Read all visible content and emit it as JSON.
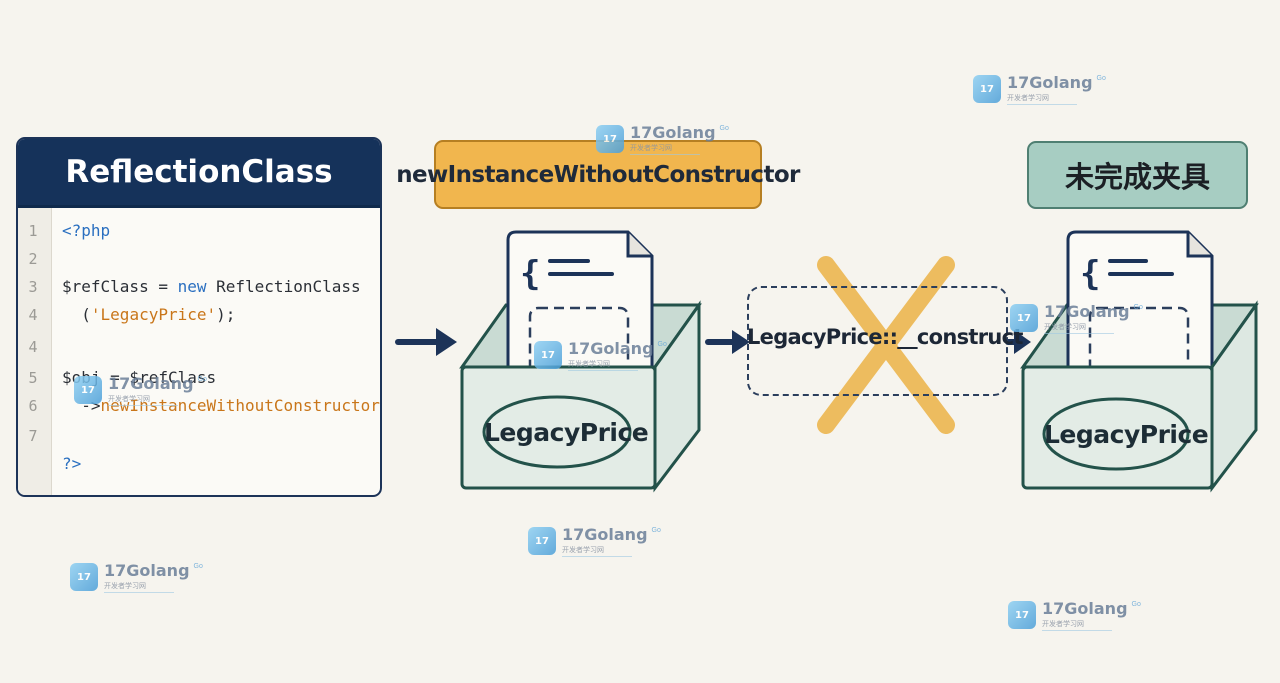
{
  "code_panel": {
    "title": "ReflectionClass",
    "lines": [
      {
        "num": "1",
        "parts": [
          {
            "t": "<?php",
            "c": "kw"
          }
        ]
      },
      {
        "num": "2",
        "parts": []
      },
      {
        "num": "3",
        "parts": [
          {
            "t": "$refClass = ",
            "c": ""
          },
          {
            "t": "new",
            "c": "kw"
          },
          {
            "t": " ReflectionClass",
            "c": ""
          }
        ]
      },
      {
        "num": "4",
        "parts": [
          {
            "t": "  (",
            "c": ""
          },
          {
            "t": "'LegacyPrice'",
            "c": "str"
          },
          {
            "t": ");",
            "c": ""
          }
        ]
      },
      {
        "num": "4",
        "parts": []
      },
      {
        "num": "5",
        "parts": [
          {
            "t": "$obj = $refClass",
            "c": ""
          }
        ]
      },
      {
        "num": "6",
        "parts": [
          {
            "t": "  ->",
            "c": ""
          },
          {
            "t": "newInstanceWithoutConstructor",
            "c": "meth"
          },
          {
            "t": "();",
            "c": ""
          }
        ]
      },
      {
        "num": "7",
        "parts": []
      },
      {
        "num": "",
        "parts": [
          {
            "t": "?>",
            "c": "kw"
          }
        ]
      }
    ]
  },
  "method_label": "newInstanceWithoutConstructor",
  "source_box_label": "LegacyPrice",
  "constructor_label": "LegacyPrice::__construct",
  "result_label": "未完成夹具",
  "result_box_label": "LegacyPrice",
  "watermark": {
    "brand": "17Golang",
    "badge": "Go",
    "tagline": "开发者学习网",
    "logo_text": "17"
  },
  "colors": {
    "navy": "#15325a",
    "orange": "#f1b64e",
    "teal": "#a7cdc2",
    "cross": "#ecb347",
    "box_fill": "#e3ece6",
    "box_stroke": "#23524a"
  }
}
